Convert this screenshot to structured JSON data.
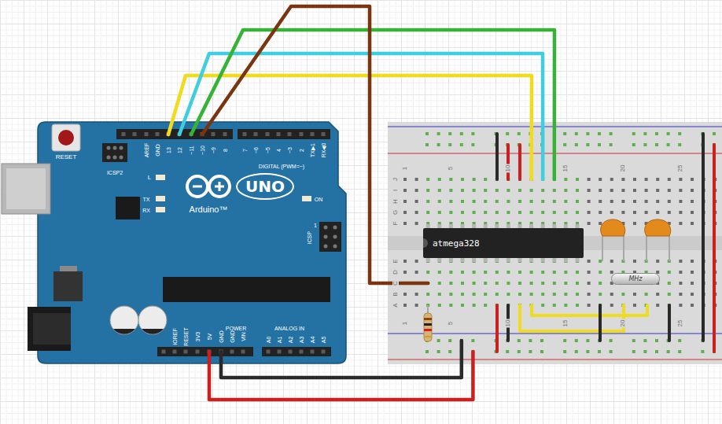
{
  "diagram": {
    "nodes": [
      {
        "text": [
          "UNO",
          "Arduino™",
          "RESET",
          "ICSP2",
          "AREF",
          "GND",
          "13",
          "12",
          "~11",
          "~10",
          "~9",
          "8",
          "7",
          "~6",
          "~5",
          "4",
          "~3",
          "2",
          "TX▶1",
          "RX◀0",
          "DIGITAL (PWM=~)",
          "L",
          "TX",
          "RX",
          "ON",
          "ICSP",
          "1",
          "IOREF",
          "RESET",
          "3V3",
          "5V",
          "GND",
          "GND",
          "VIN",
          "POWER",
          "ANALOG IN",
          "A0",
          "A1",
          "A2",
          "A3",
          "A4",
          "A5"
        ]
      },
      {
        "text": [
          "1",
          "5",
          "10",
          "15",
          "20",
          "25",
          "J",
          "I",
          "H",
          "G",
          "F",
          "E",
          "D",
          "C",
          "B",
          "A",
          "1",
          "5",
          "10",
          "15",
          "20",
          "25"
        ]
      },
      {
        "text": [
          "atmega328"
        ],
        "in": 1
      },
      {
        "text": [
          "MHz"
        ],
        "in": 1
      }
    ],
    "edges": [
      {
        "from": 0,
        "to": 1,
        "arrow": "none"
      },
      {
        "from": 0,
        "to": 1,
        "arrow": "none"
      },
      {
        "from": 0,
        "to": 1,
        "arrow": "none"
      },
      {
        "from": 0,
        "to": 1,
        "arrow": "none"
      },
      {
        "from": 0,
        "to": 1,
        "arrow": "none"
      },
      {
        "from": 0,
        "to": 1,
        "arrow": "none"
      }
    ]
  }
}
